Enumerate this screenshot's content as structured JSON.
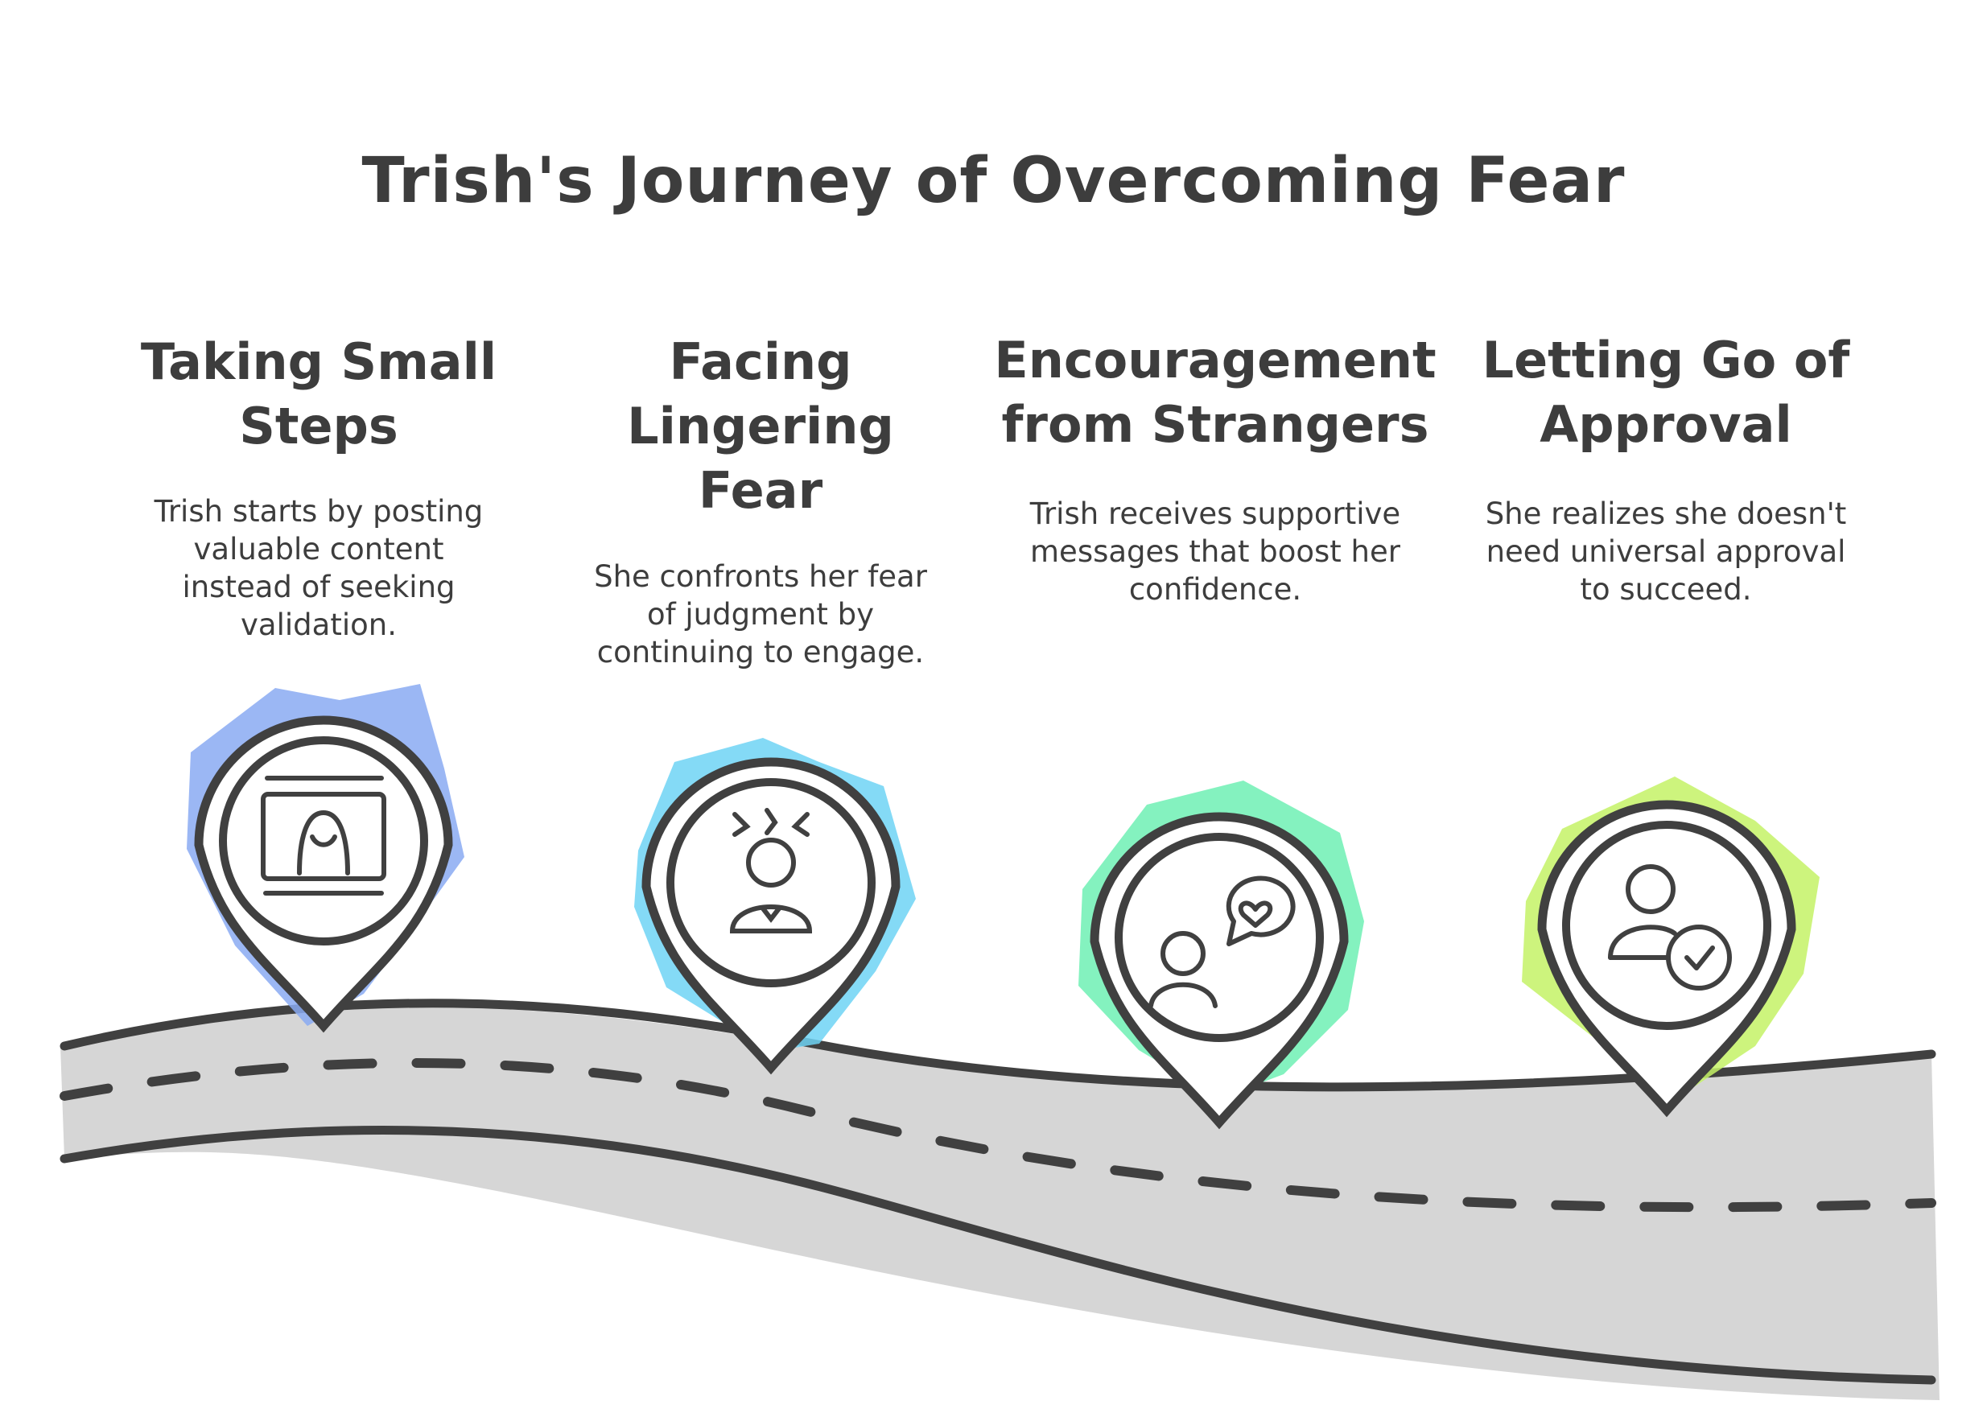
{
  "title": "Trish's Journey of Overcoming Fear",
  "stages": [
    {
      "title_lines": [
        "Taking Small",
        "Steps"
      ],
      "description_lines": [
        "Trish starts by posting",
        "valuable content",
        "instead of seeking",
        "validation."
      ],
      "icon": "person-on-screen-icon",
      "color": "#8aaaf2"
    },
    {
      "title_lines": [
        "Facing",
        "Lingering",
        "Fear"
      ],
      "description_lines": [
        "She confronts her fear",
        "of judgment by",
        "continuing to engage."
      ],
      "icon": "stressed-person-icon",
      "color": "#6fd3f5"
    },
    {
      "title_lines": [
        "Encouragement",
        "from Strangers"
      ],
      "description_lines": [
        "Trish receives supportive",
        "messages that boost her",
        "confidence."
      ],
      "icon": "person-heart-message-icon",
      "color": "#6ff0b4"
    },
    {
      "title_lines": [
        "Letting Go of",
        "Approval"
      ],
      "description_lines": [
        "She realizes she doesn't",
        "need universal approval",
        "to succeed."
      ],
      "icon": "person-checkmark-icon",
      "color": "#c4f266"
    }
  ]
}
